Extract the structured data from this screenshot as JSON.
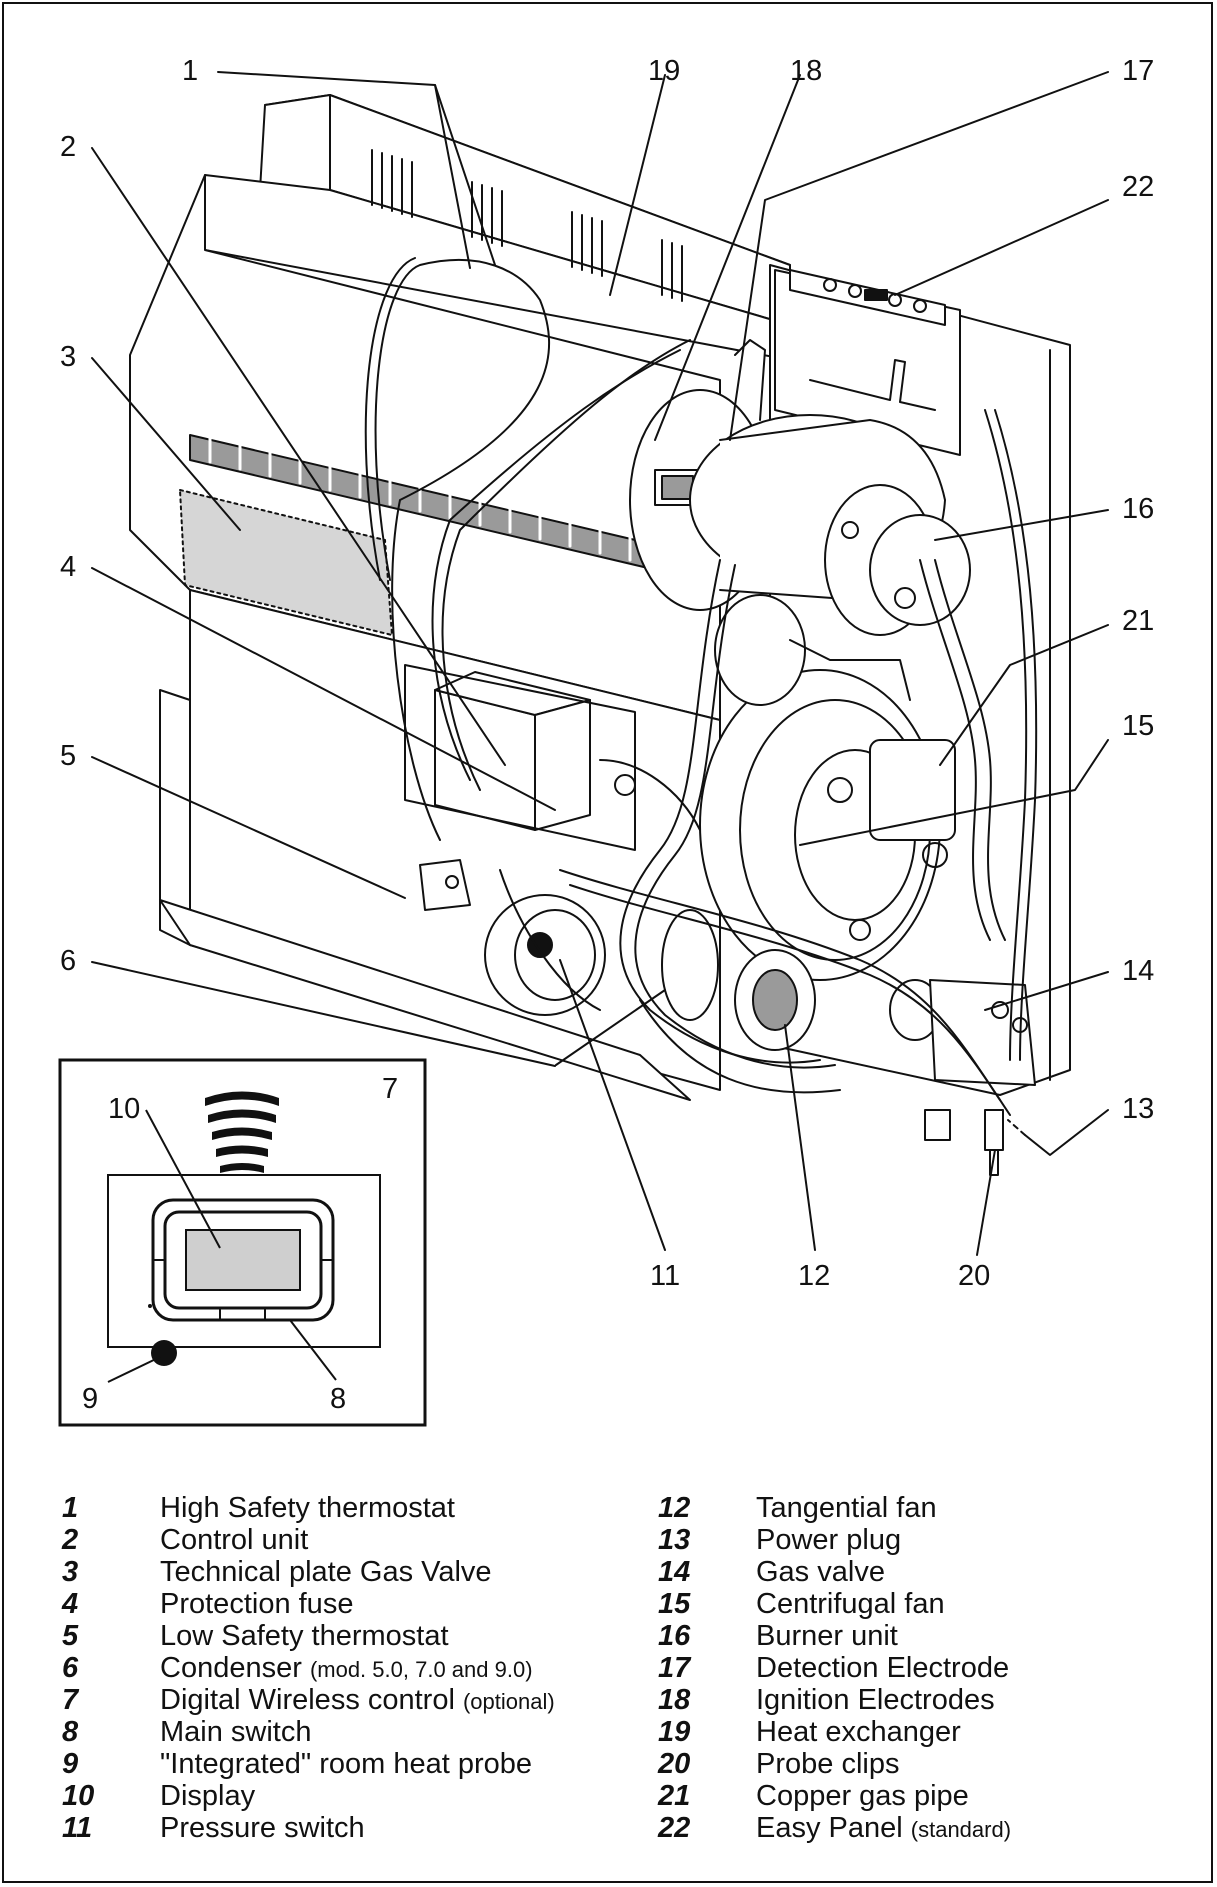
{
  "callouts": [
    "1",
    "2",
    "3",
    "4",
    "5",
    "6",
    "7",
    "8",
    "9",
    "10",
    "11",
    "12",
    "13",
    "14",
    "15",
    "16",
    "17",
    "18",
    "19",
    "20",
    "21",
    "22"
  ],
  "legend": [
    {
      "num": "1",
      "label": "High Safety thermostat",
      "note": ""
    },
    {
      "num": "2",
      "label": "Control unit",
      "note": ""
    },
    {
      "num": "3",
      "label": "Technical plate Gas Valve",
      "note": ""
    },
    {
      "num": "4",
      "label": "Protection fuse",
      "note": ""
    },
    {
      "num": "5",
      "label": "Low Safety thermostat",
      "note": ""
    },
    {
      "num": "6",
      "label": "Condenser",
      "note": "(mod. 5.0, 7.0 and 9.0)"
    },
    {
      "num": "7",
      "label": "Digital Wireless control",
      "note": "(optional)"
    },
    {
      "num": "8",
      "label": "Main switch",
      "note": ""
    },
    {
      "num": "9",
      "label": "\"Integrated\" room heat probe",
      "note": ""
    },
    {
      "num": "10",
      "label": "Display",
      "note": ""
    },
    {
      "num": "11",
      "label": "Pressure switch",
      "note": ""
    },
    {
      "num": "12",
      "label": "Tangential fan",
      "note": ""
    },
    {
      "num": "13",
      "label": "Power plug",
      "note": ""
    },
    {
      "num": "14",
      "label": "Gas valve",
      "note": ""
    },
    {
      "num": "15",
      "label": "Centrifugal fan",
      "note": ""
    },
    {
      "num": "16",
      "label": "Burner unit",
      "note": ""
    },
    {
      "num": "17",
      "label": "Detection Electrode",
      "note": ""
    },
    {
      "num": "18",
      "label": "Ignition Electrodes",
      "note": ""
    },
    {
      "num": "19",
      "label": "Heat exchanger",
      "note": ""
    },
    {
      "num": "20",
      "label": "Probe clips",
      "note": ""
    },
    {
      "num": "21",
      "label": "Copper gas pipe",
      "note": ""
    },
    {
      "num": "22",
      "label": "Easy Panel",
      "note": "(standard)"
    }
  ],
  "colors": {
    "ink": "#111111",
    "panel_gray": "#d6d6d6",
    "shade": "#9a9a9a",
    "display": "#cfcfcf"
  }
}
